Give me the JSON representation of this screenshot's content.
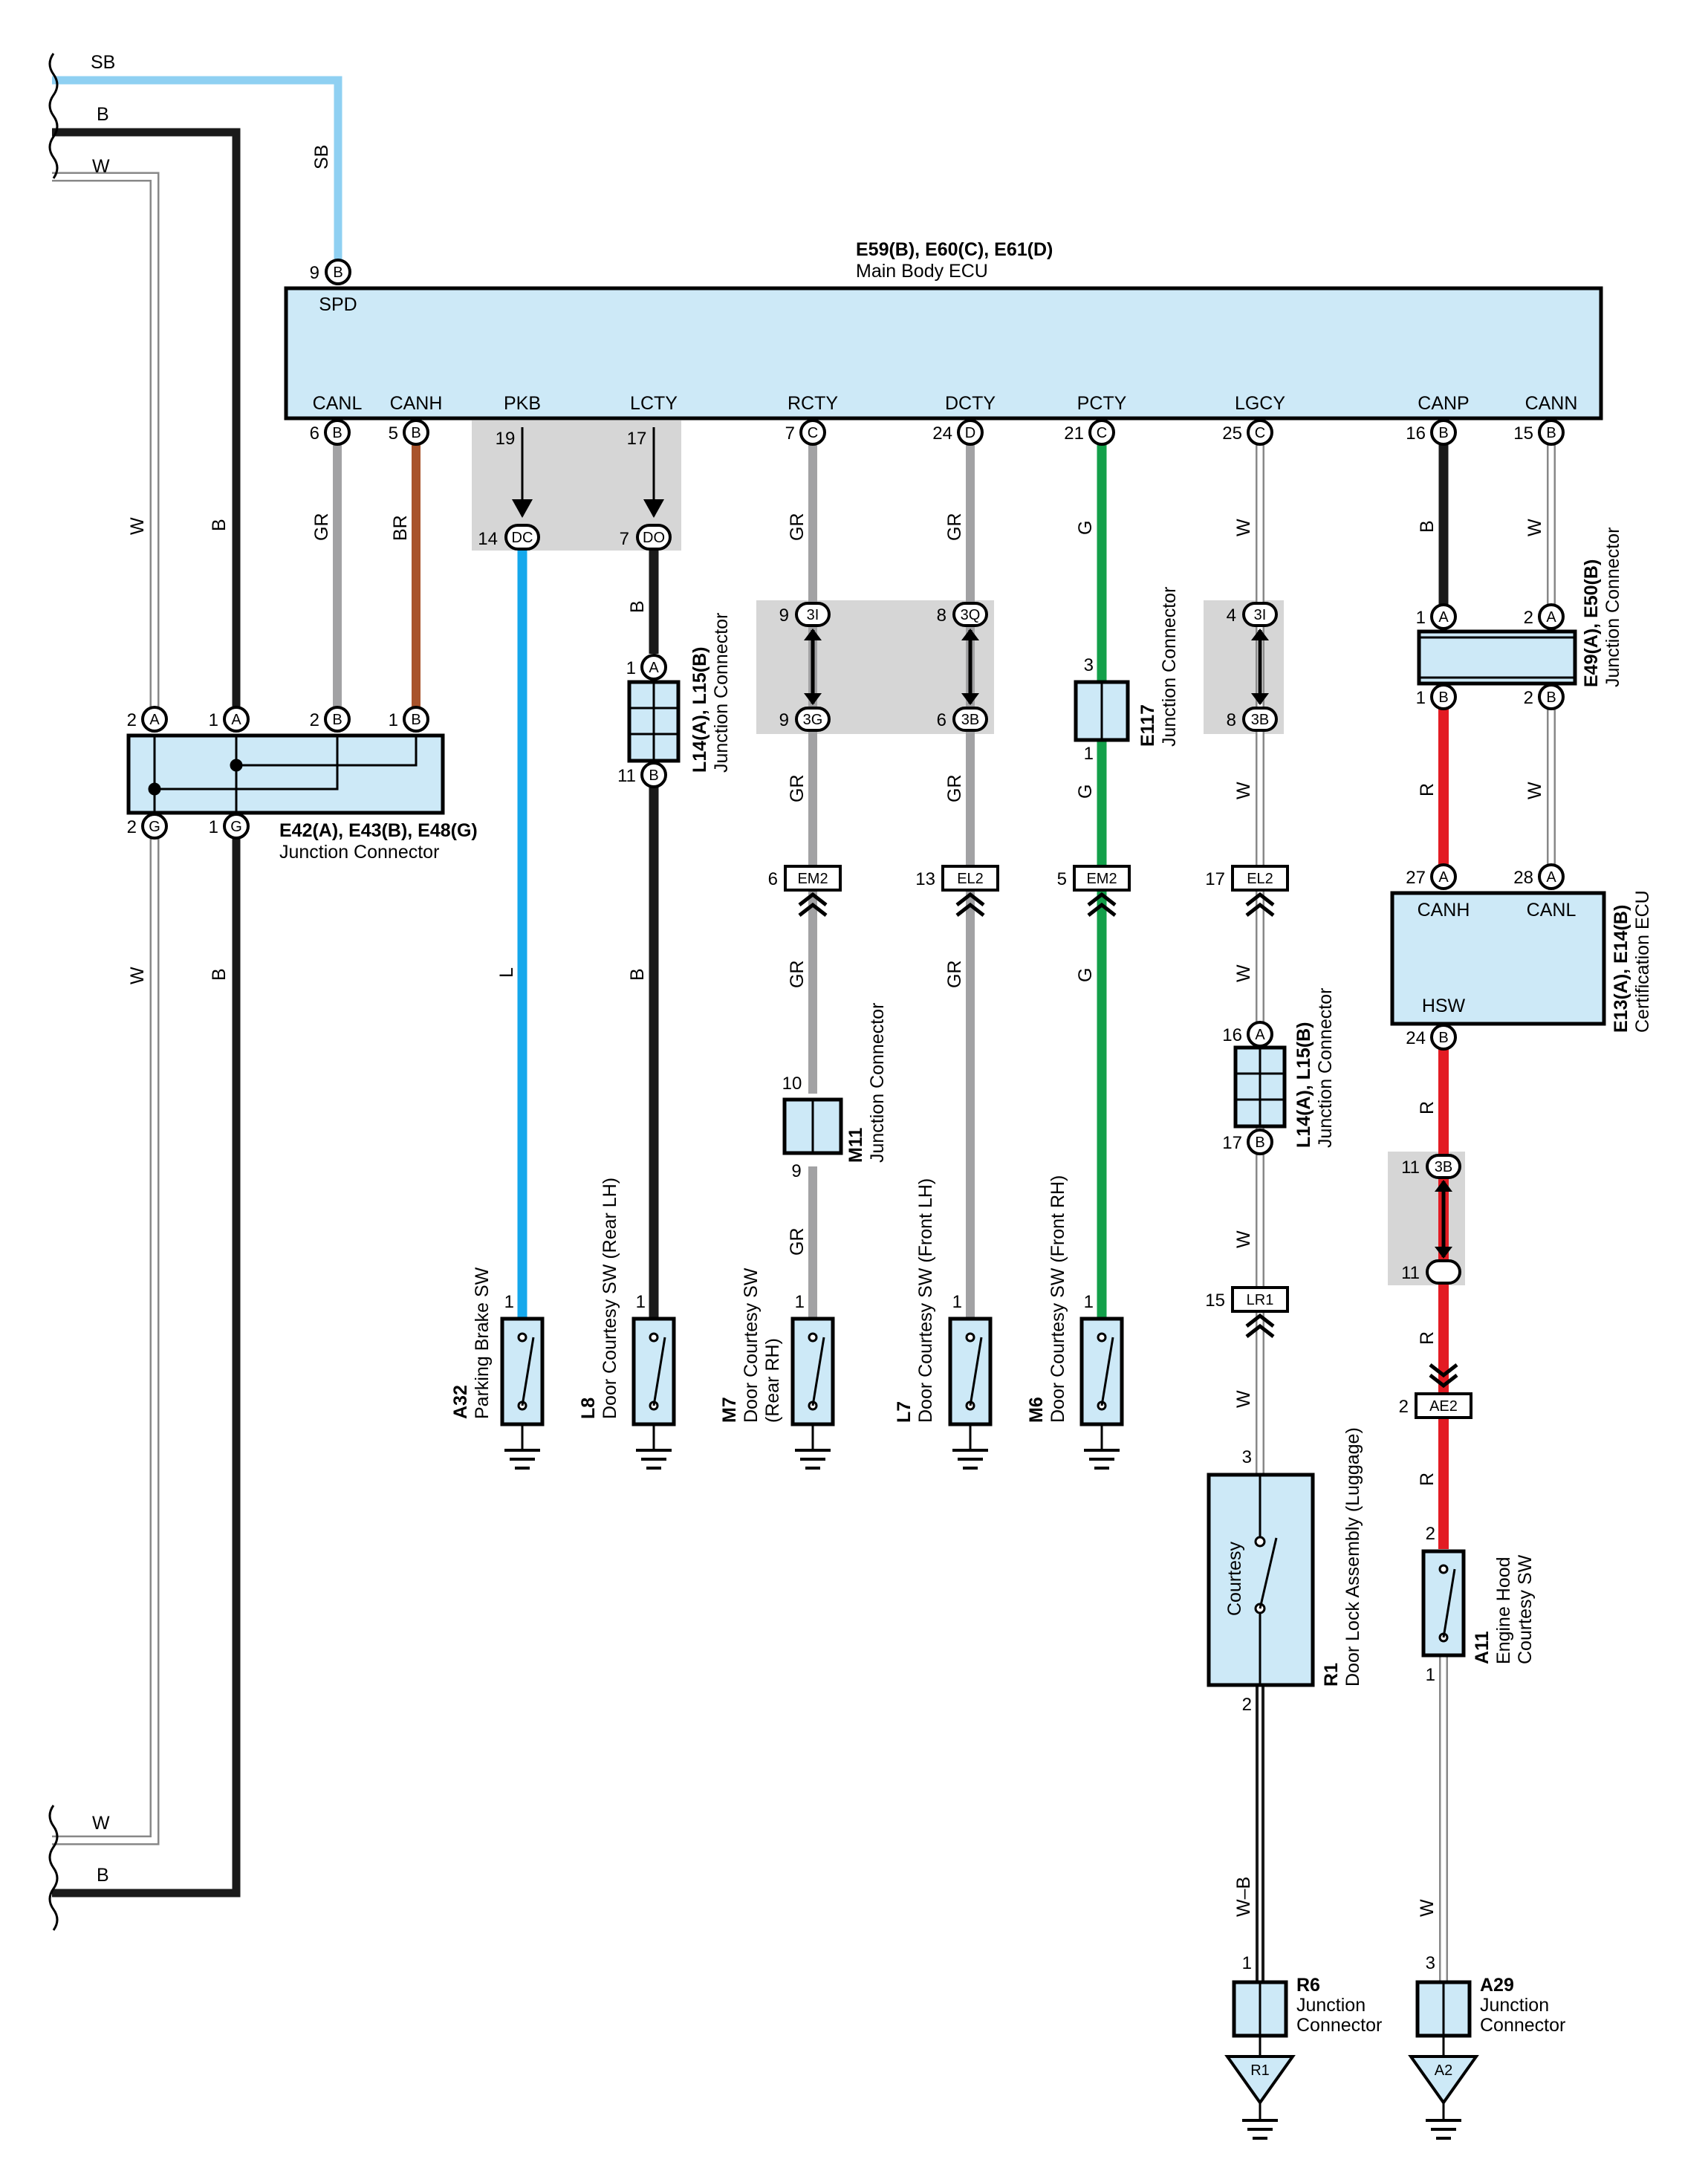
{
  "palette": {
    "SB": "#8fd0f2",
    "B": "#1a1a1a",
    "W": "#ffffff",
    "GR": "#a2a2a4",
    "BR": "#a8532b",
    "L": "#15a8ec",
    "G": "#13a04a",
    "R": "#e31b23",
    "W-B": "#ffffff",
    "component_fill": "#cde9f7",
    "splice_fill": "#d6d6d6"
  },
  "wires": {
    "sb": "SB",
    "b": "B",
    "w": "W",
    "gr": "GR",
    "br": "BR",
    "l": "L",
    "g": "G",
    "r": "R",
    "wb": "W–B"
  },
  "main_ecu": {
    "code": "E59(B), E60(C), E61(D)",
    "name": "Main Body ECU",
    "terminals": {
      "spd": "SPD",
      "canl": "CANL",
      "canh": "CANH",
      "pkb": "PKB",
      "lcty": "LCTY",
      "rcty": "RCTY",
      "dcty": "DCTY",
      "pcty": "PCTY",
      "lgcy": "LGCY",
      "canp": "CANP",
      "cann": "CANN"
    }
  },
  "jc_e42": {
    "code": "E42(A), E43(B), E48(G)",
    "name": "Junction Connector"
  },
  "jc_l14": {
    "code": "L14(A), L15(B)",
    "name": "Junction Connector"
  },
  "jc_e117": {
    "code": "E117",
    "name": "Junction Connector"
  },
  "jc_m11": {
    "code": "M11",
    "name": "Junction Connector"
  },
  "jc_e49": {
    "code": "E49(A), E50(B)",
    "name": "Junction Connector"
  },
  "cert_ecu": {
    "code": "E13(A), E14(B)",
    "name": "Certification ECU",
    "terminals": {
      "canh": "CANH",
      "canl": "CANL",
      "hsw": "HSW"
    }
  },
  "switches": {
    "a32": {
      "code": "A32",
      "name": "Parking Brake SW"
    },
    "l8": {
      "code": "L8",
      "name": "Door Courtesy SW (Rear LH)"
    },
    "m7": {
      "code": "M7",
      "name": "Door Courtesy SW",
      "name2": "(Rear RH)"
    },
    "l7": {
      "code": "L7",
      "name": "Door Courtesy SW (Front LH)"
    },
    "m6": {
      "code": "M6",
      "name": "Door Courtesy SW (Front RH)"
    },
    "a11": {
      "code": "A11",
      "name": "Engine Hood",
      "name2": "Courtesy SW"
    }
  },
  "door_lock": {
    "code": "R1",
    "name": "Door Lock Assembly (Luggage)",
    "inner": "Courtesy"
  },
  "jc_r6": {
    "code": "R6",
    "name": "Junction",
    "name2": "Connector"
  },
  "jc_a29": {
    "code": "A29",
    "name": "Junction",
    "name2": "Connector"
  },
  "grounds": {
    "r1": "R1",
    "a2": "A2"
  },
  "connector_codes": {
    "dc": "DC",
    "do": "DO",
    "3i": "3I",
    "3q": "3Q",
    "3g": "3G",
    "3b": "3B",
    "em2": "EM2",
    "el2": "EL2",
    "lr1": "LR1",
    "ae2": "AE2",
    "a": "A",
    "b": "B",
    "c": "C",
    "d": "D",
    "g": "G"
  },
  "pins": {
    "p1": "1",
    "p2": "2",
    "p3": "3",
    "p4": "4",
    "p5": "5",
    "p6": "6",
    "p7": "7",
    "p8": "8",
    "p9": "9",
    "p10": "10",
    "p11": "11",
    "p13": "13",
    "p14": "14",
    "p15": "15",
    "p16": "16",
    "p17": "17",
    "p19": "19",
    "p21": "21",
    "p24": "24",
    "p25": "25",
    "p27": "27",
    "p28": "28"
  }
}
